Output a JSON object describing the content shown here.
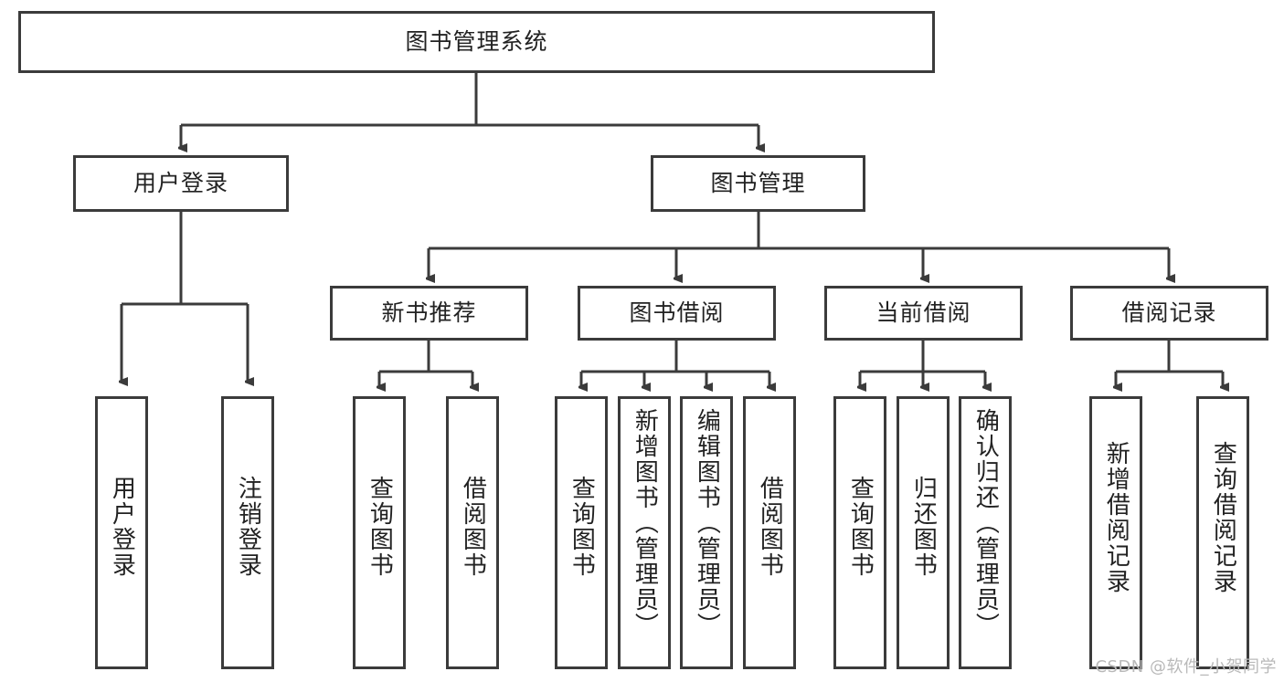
{
  "diagram": {
    "type": "tree",
    "title": "图书管理系统",
    "root": {
      "label": "图书管理系统"
    },
    "level2": [
      {
        "id": "user-login",
        "label": "用户登录"
      },
      {
        "id": "book-manage",
        "label": "图书管理"
      }
    ],
    "level3": [
      {
        "id": "new-book-recommend",
        "label": "新书推荐"
      },
      {
        "id": "book-borrow",
        "label": "图书借阅"
      },
      {
        "id": "current-borrow",
        "label": "当前借阅"
      },
      {
        "id": "borrow-record",
        "label": "借阅记录"
      }
    ],
    "leaves": {
      "user_login": [
        {
          "id": "leaf-user-login",
          "label": "用户登录"
        },
        {
          "id": "leaf-logout-login",
          "label": "注销登录"
        }
      ],
      "new_book_recommend": [
        {
          "id": "leaf-query-book-1",
          "label": "查询图书"
        },
        {
          "id": "leaf-borrow-book-1",
          "label": "借阅图书"
        }
      ],
      "book_borrow": [
        {
          "id": "leaf-query-book-2",
          "label": "查询图书"
        },
        {
          "id": "leaf-add-book",
          "label": "新增图书（管理员）"
        },
        {
          "id": "leaf-edit-book",
          "label": "编辑图书（管理员）"
        },
        {
          "id": "leaf-borrow-book-2",
          "label": "借阅图书"
        }
      ],
      "current_borrow": [
        {
          "id": "leaf-query-book-3",
          "label": "查询图书"
        },
        {
          "id": "leaf-return-book",
          "label": "归还图书"
        },
        {
          "id": "leaf-confirm-return",
          "label": "确认归还（管理员）"
        }
      ],
      "borrow_record": [
        {
          "id": "leaf-add-borrow-record",
          "label": "新增借阅记录"
        },
        {
          "id": "leaf-query-borrow-record",
          "label": "查询借阅记录"
        }
      ]
    },
    "colors": {
      "stroke": "#3b3b3b",
      "fill": "#ffffff",
      "text": "#222222",
      "watermark": "#b9b9b9"
    }
  },
  "watermark": {
    "text": "CSDN @软件_小贺同学"
  }
}
